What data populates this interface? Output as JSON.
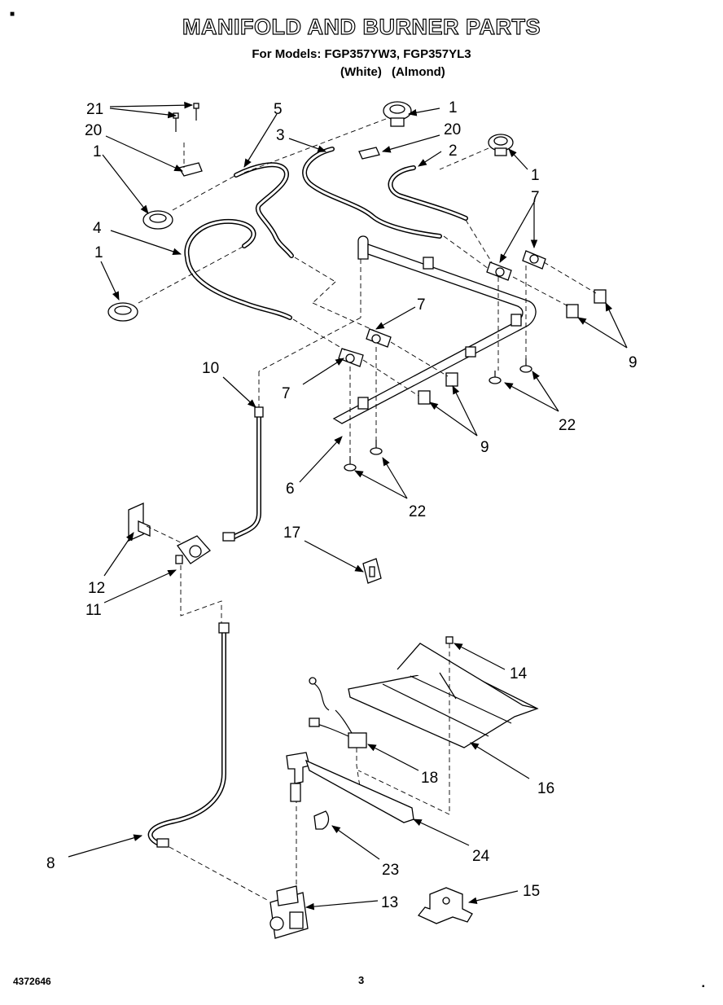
{
  "header": {
    "title": "MANIFOLD AND BURNER PARTS",
    "models": "For Models: FGP357YW3, FGP357YL3",
    "colors": "(White)  (Almond)"
  },
  "footer": {
    "doc_number": "4372646",
    "page_number": "3"
  },
  "callouts": {
    "c1a": "1",
    "c1b": "1",
    "c1c": "1",
    "c1d": "1",
    "c2": "2",
    "c3": "3",
    "c4": "4",
    "c5": "5",
    "c6": "6",
    "c7a": "7",
    "c7b": "7",
    "c7c": "7",
    "c8": "8",
    "c9a": "9",
    "c9b": "9",
    "c10": "10",
    "c11": "11",
    "c12": "12",
    "c13": "13",
    "c14": "14",
    "c15": "15",
    "c16": "16",
    "c17": "17",
    "c18": "18",
    "c20a": "20",
    "c20b": "20",
    "c21": "21",
    "c22a": "22",
    "c22b": "22",
    "c23": "23",
    "c24": "24"
  }
}
